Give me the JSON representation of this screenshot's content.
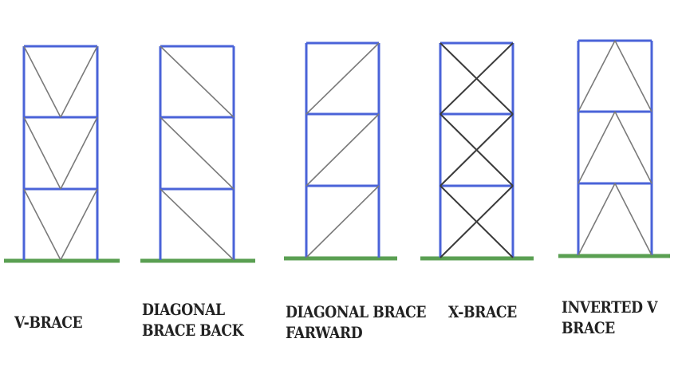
{
  "diagrams": [
    {
      "id": "v-brace",
      "brace_type": "v",
      "label_lines": [
        "V-BRACE"
      ]
    },
    {
      "id": "diagonal-brace-back",
      "brace_type": "diagonal-back",
      "label_lines": [
        "DIAGONAL",
        "BRACE BACK"
      ]
    },
    {
      "id": "diagonal-brace-forward",
      "brace_type": "diagonal-forward",
      "label_lines": [
        "DIAGONAL BRACE",
        "FARWARD"
      ]
    },
    {
      "id": "x-brace",
      "brace_type": "x",
      "label_lines": [
        "X-BRACE"
      ]
    },
    {
      "id": "inverted-v-brace",
      "brace_type": "inverted-v",
      "label_lines": [
        "INVERTED V",
        "BRACE"
      ]
    }
  ],
  "colors": {
    "frame": "#4a63d8",
    "brace": "#7a7a7a",
    "ground": "#5a9f52"
  }
}
